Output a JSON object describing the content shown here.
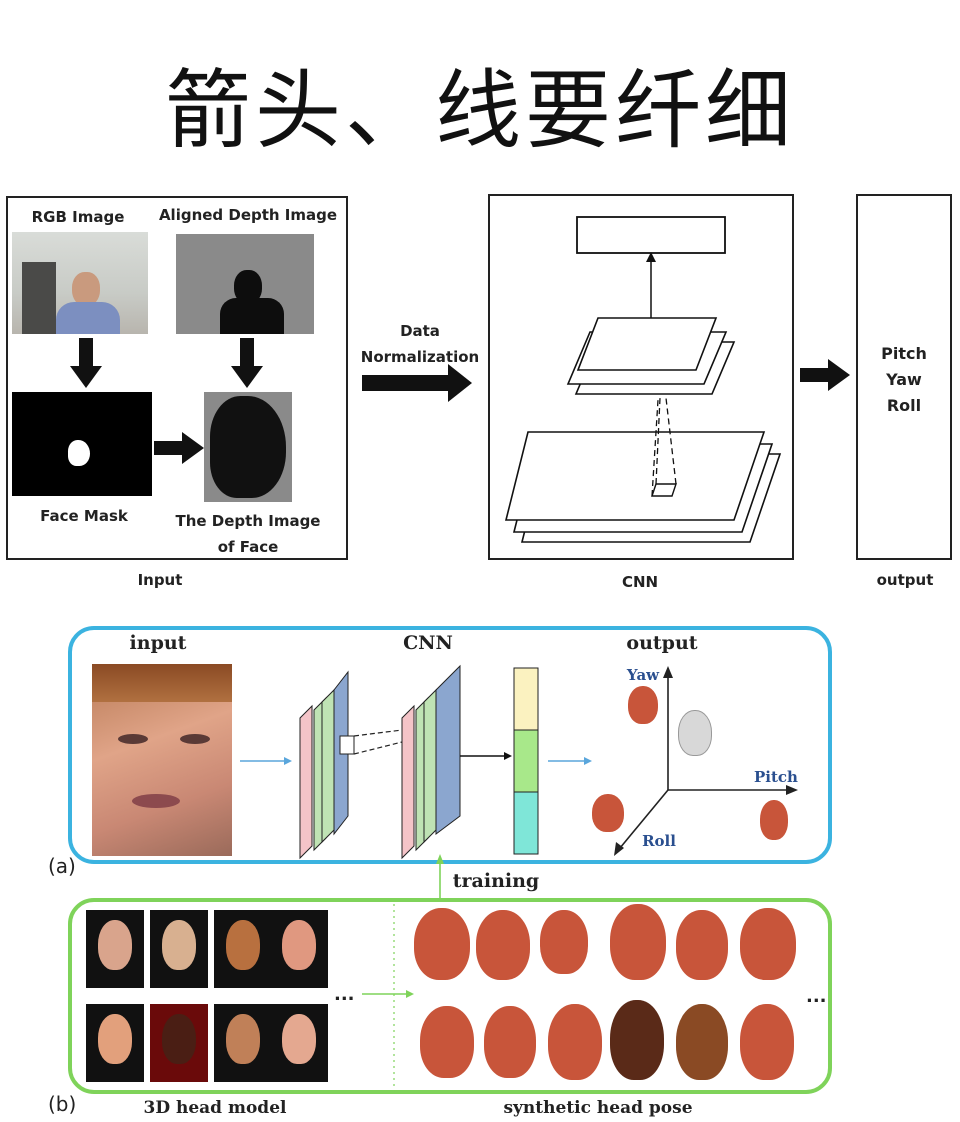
{
  "title": "箭头、线要纤细",
  "top_figure": {
    "rgb_label": "RGB Image",
    "depth_label": "Aligned Depth Image",
    "face_mask_label": "Face Mask",
    "depth_face_label_line1": "The Depth Image",
    "depth_face_label_line2": "of Face",
    "input_caption": "Input",
    "normalization_line1": "Data",
    "normalization_line2": "Normalization",
    "cnn_caption": "CNN",
    "output_lines": [
      "Pitch",
      "Yaw",
      "Roll"
    ],
    "output_caption": "output"
  },
  "bottom_figure": {
    "input_label": "input",
    "cnn_label": "CNN",
    "output_label": "output",
    "axis_yaw": "Yaw",
    "axis_pitch": "Pitch",
    "axis_roll": "Roll",
    "panel_a": "(a)",
    "panel_b": "(b)",
    "training_label": "training",
    "model_caption": "3D head model",
    "pose_caption": "synthetic head pose",
    "ellipsis": "...",
    "colors": {
      "panel_a_border": "#3bb3e0",
      "panel_b_border": "#7fd35a",
      "arrow_blue": "#5aa6dc",
      "layer_pink": "#f4c4c8",
      "layer_green": "#bfe3b4",
      "layer_blue": "#8ba6cf",
      "fc_yellow": "#fbf2c0",
      "fc_green": "#a8e88a",
      "fc_cyan": "#7fe6d8",
      "head_skin": "#c8553a",
      "axis_label_blue": "#2a4f8f"
    }
  }
}
